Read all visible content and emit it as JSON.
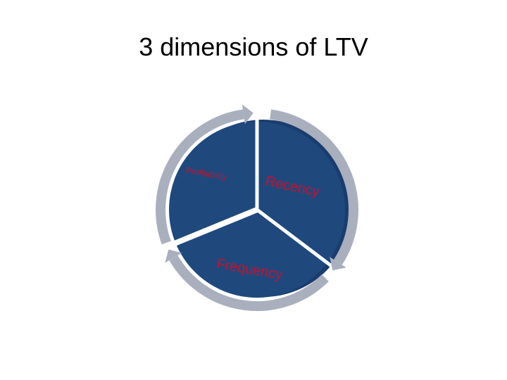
{
  "slide": {
    "title": "3 dimensions of LTV"
  },
  "diagram": {
    "segments": [
      {
        "label": "Profitability"
      },
      {
        "label": "Recency"
      },
      {
        "label": "Frequency"
      }
    ],
    "colors": {
      "segment": "#1f497d",
      "shadow": "#1a3c6e",
      "ring": "#a9afbd",
      "label": "#c8102e"
    }
  }
}
